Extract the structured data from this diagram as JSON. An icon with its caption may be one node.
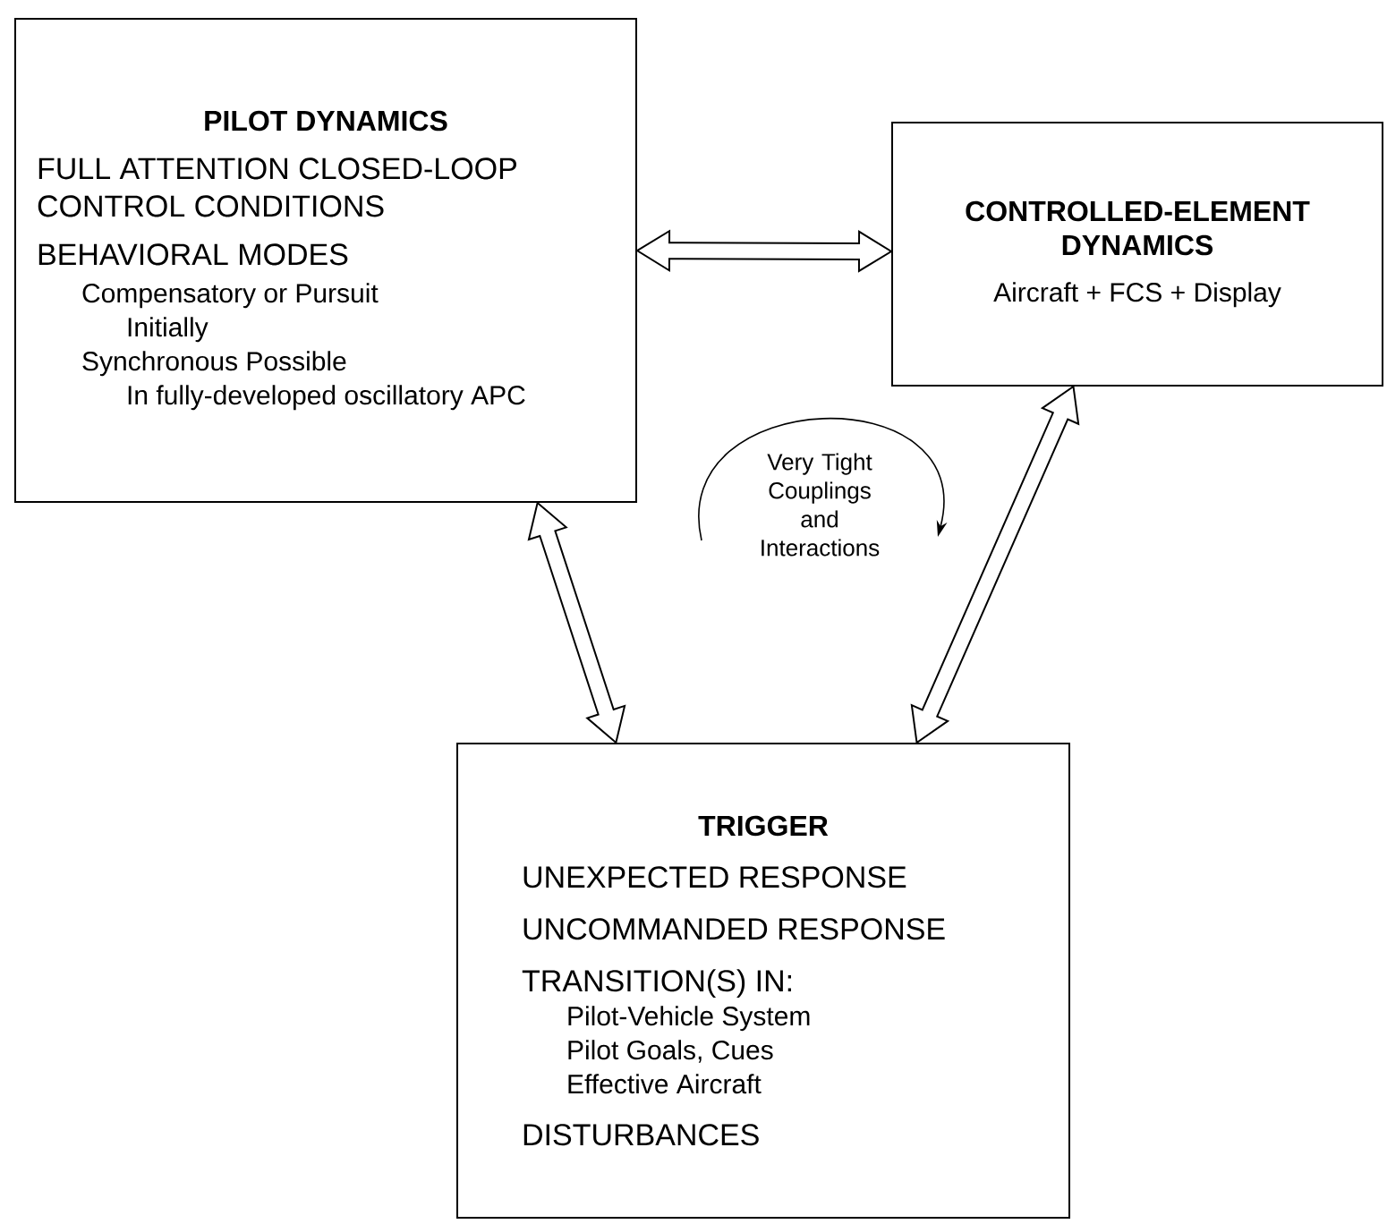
{
  "diagram": {
    "nodes": [
      {
        "text": [
          "PILOT DYNAMICS",
          "FULL ATTENTION CLOSED-LOOP CONTROL CONDITIONS",
          "BEHAVIORAL MODES",
          "Compensatory or Pursuit",
          "Initially",
          "Synchronous Possible",
          "In fully-developed oscillatory APC"
        ]
      },
      {
        "text": [
          "CONTROLLED-ELEMENT DYNAMICS",
          "Aircraft + FCS + Display"
        ]
      },
      {
        "text": [
          "TRIGGER",
          "UNEXPECTED RESPONSE",
          "UNCOMMANDED RESPONSE",
          "TRANSITION(S) IN:",
          "Pilot-Vehicle System",
          "Pilot Goals, Cues",
          "Effective Aircraft",
          "DISTURBANCES"
        ]
      }
    ],
    "edges": [
      {
        "from": 0,
        "to": 1,
        "arrow": "both"
      },
      {
        "from": 0,
        "to": 2,
        "arrow": "both"
      },
      {
        "from": 1,
        "to": 2,
        "arrow": "both"
      }
    ],
    "labels": [
      "Very Tight Couplings and Interactions"
    ]
  }
}
